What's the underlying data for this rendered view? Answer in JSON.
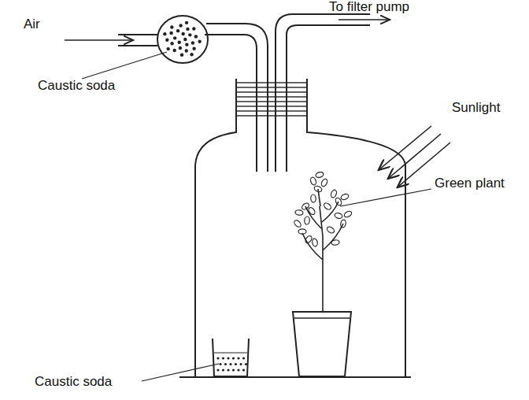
{
  "diagram": {
    "labels": [
      "Air",
      "To filter pump",
      "Caustic soda",
      "Sunlight",
      "Green plant",
      "Caustic soda"
    ]
  }
}
